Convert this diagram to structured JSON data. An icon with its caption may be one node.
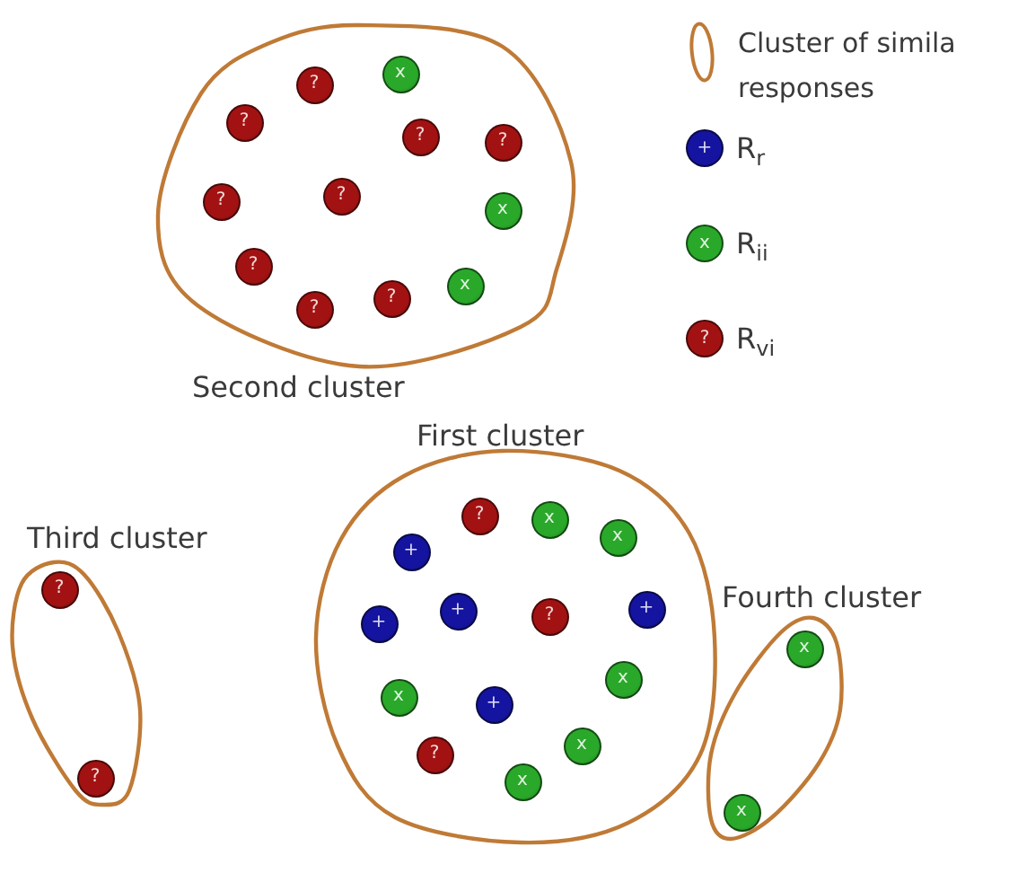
{
  "diagram": {
    "nodes": [
      {
        "text": [
          "Second cluster"
        ]
      },
      {
        "text": [
          "?"
        ],
        "in": 0
      },
      {
        "text": [
          "x"
        ],
        "in": 0
      },
      {
        "text": [
          "?"
        ],
        "in": 0
      },
      {
        "text": [
          "?"
        ],
        "in": 0
      },
      {
        "text": [
          "?"
        ],
        "in": 0
      },
      {
        "text": [
          "?"
        ],
        "in": 0
      },
      {
        "text": [
          "?"
        ],
        "in": 0
      },
      {
        "text": [
          "x"
        ],
        "in": 0
      },
      {
        "text": [
          "?"
        ],
        "in": 0
      },
      {
        "text": [
          "?"
        ],
        "in": 0
      },
      {
        "text": [
          "?"
        ],
        "in": 0
      },
      {
        "text": [
          "x"
        ],
        "in": 0
      },
      {
        "text": [
          "First cluster"
        ]
      },
      {
        "text": [
          "?"
        ],
        "in": 13
      },
      {
        "text": [
          "x"
        ],
        "in": 13
      },
      {
        "text": [
          "x"
        ],
        "in": 13
      },
      {
        "text": [
          "+"
        ],
        "in": 13
      },
      {
        "text": [
          "+"
        ],
        "in": 13
      },
      {
        "text": [
          "+"
        ],
        "in": 13
      },
      {
        "text": [
          "?"
        ],
        "in": 13
      },
      {
        "text": [
          "+"
        ],
        "in": 13
      },
      {
        "text": [
          "x"
        ],
        "in": 13
      },
      {
        "text": [
          "x"
        ],
        "in": 13
      },
      {
        "text": [
          "+"
        ],
        "in": 13
      },
      {
        "text": [
          "?"
        ],
        "in": 13
      },
      {
        "text": [
          "x"
        ],
        "in": 13
      },
      {
        "text": [
          "x"
        ],
        "in": 13
      },
      {
        "text": [
          "Third cluster"
        ]
      },
      {
        "text": [
          "?"
        ],
        "in": 28
      },
      {
        "text": [
          "?"
        ],
        "in": 28
      },
      {
        "text": [
          "Fourth cluster"
        ]
      },
      {
        "text": [
          "x"
        ],
        "in": 31
      },
      {
        "text": [
          "x"
        ],
        "in": 31
      }
    ],
    "labels": [
      "+",
      "x",
      "?"
    ],
    "legend": [
      {
        "text": "Cluster of simila responses"
      },
      {
        "text": "R$_{r}$",
        "color": "#1414a0"
      },
      {
        "text": "R$_{ii}$",
        "color": "#2aa82a"
      },
      {
        "text": "R$_{vi}$",
        "color": "#a31212"
      }
    ]
  }
}
